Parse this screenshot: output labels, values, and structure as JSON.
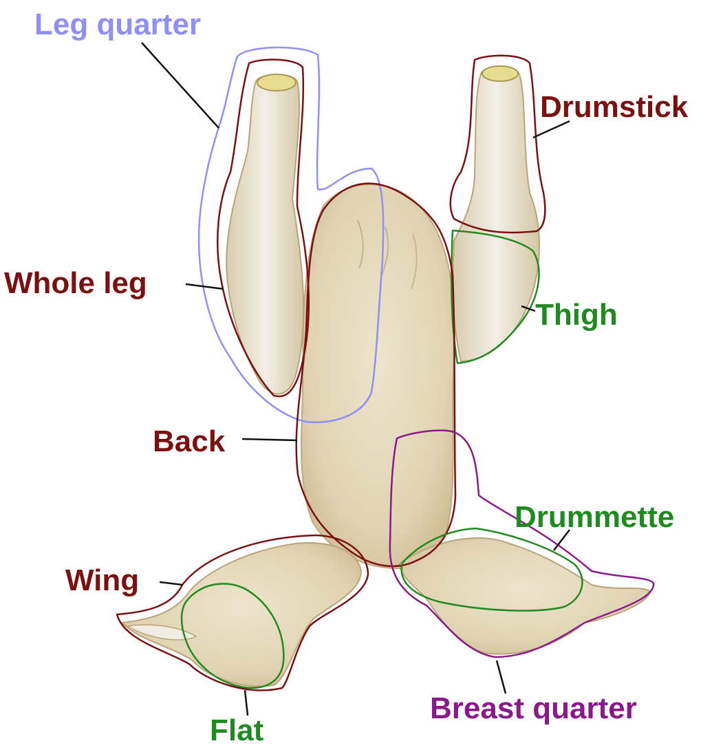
{
  "colors": {
    "maroon": "#7b1010",
    "green": "#1f8a1f",
    "purple": "#8a1a8a",
    "lavender": "#8f8ff5",
    "skin": "#e6dcc2",
    "skin_shadow": "#c9b58e",
    "leader": "#111111"
  },
  "labels": {
    "leg_quarter": "Leg quarter",
    "drumstick": "Drumstick",
    "whole_leg": "Whole leg",
    "thigh": "Thigh",
    "back": "Back",
    "drummette": "Drummette",
    "wing": "Wing",
    "flat": "Flat",
    "breast_quarter": "Breast quarter"
  }
}
